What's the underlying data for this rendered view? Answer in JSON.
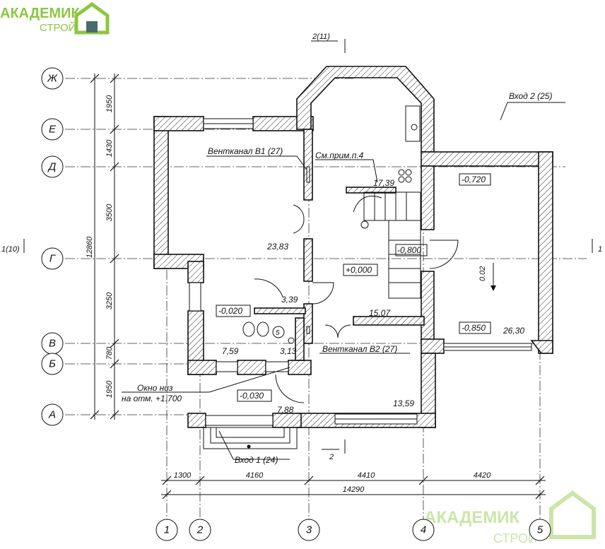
{
  "logo": {
    "word1": "АКАДЕМИК",
    "word2": "СТРОЙ",
    "color": "#8dc63f",
    "accent": "#4a6b6e"
  },
  "axes": {
    "letters": [
      "Ж",
      "Е",
      "Д",
      "Г",
      "В",
      "Б",
      "А"
    ],
    "numbers": [
      "1",
      "2",
      "3",
      "4",
      "5"
    ]
  },
  "dims": {
    "vertical": [
      "1950",
      "1430",
      "3500",
      "3250",
      "780",
      "1950"
    ],
    "vertical_total": "12860",
    "horizontal": [
      "1300",
      "4160",
      "4410",
      "4420"
    ],
    "horizontal_total": "14290"
  },
  "section_marks": {
    "top": "2(11)",
    "bottom": "2",
    "left": "1(10)",
    "right": "1"
  },
  "labels": {
    "entrance2": "Вход 2 (25)",
    "entrance1": "Вход 1 (24)",
    "vent_b1": "Вентканал В1 (27)",
    "vent_b2": "Вентканал В2 (27)",
    "note": "См.прим.п.4",
    "window_low_1": "Окно низ",
    "window_low_2": "на отм. +1.700"
  },
  "rooms": {
    "r_living": "23,83",
    "r_kitchen": "17,39",
    "r_hall": "15,07",
    "r_garage": "26,30",
    "r_wc1": "3,39",
    "r_wc2": "3,13",
    "r_left": "7,59",
    "r_vest": "7,88",
    "r_room": "13,59",
    "r_5": "5"
  },
  "levels": {
    "l_garage_top": "-0,720",
    "l_stair": "-0,800",
    "l_zero": "+0,000",
    "l_left": "-0,020",
    "l_garage_bot": "-0,850",
    "l_porch": "-0,030",
    "slope": "0.02"
  }
}
